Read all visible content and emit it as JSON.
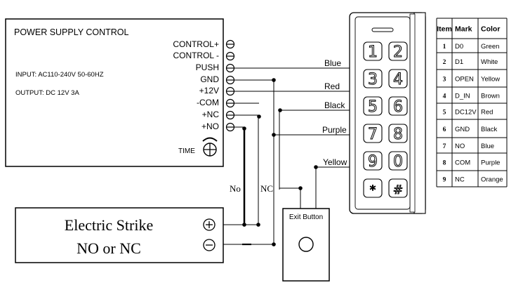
{
  "power_supply": {
    "title": "POWER SUPPLY CONTROL",
    "input": "INPUT: AC110-240V 50-60HZ",
    "output": "OUTPUT: DC 12V 3A",
    "terminals": [
      "CONTROL+",
      "CONTROL -",
      "PUSH",
      "GND",
      "+12V",
      "-COM",
      "+NC",
      "+NO"
    ],
    "time_label": "TIME"
  },
  "wires": {
    "blue": "Blue",
    "red": "Red",
    "black": "Black",
    "purple": "Purple",
    "yellow": "Yellow",
    "no": "No",
    "nc": "NC"
  },
  "strike": {
    "line1": "Electric Strike",
    "line2": "NO or NC"
  },
  "exit_button": {
    "label": "Exit Button"
  },
  "keypad": {
    "keys": [
      "1",
      "2",
      "3",
      "4",
      "5",
      "6",
      "7",
      "8",
      "9",
      "0",
      "*",
      "#"
    ]
  },
  "table": {
    "headers": [
      "Item",
      "Mark",
      "Color"
    ],
    "rows": [
      [
        "1",
        "D0",
        "Green"
      ],
      [
        "2",
        "D1",
        "White"
      ],
      [
        "3",
        "OPEN",
        "Yellow"
      ],
      [
        "4",
        "D_IN",
        "Brown"
      ],
      [
        "5",
        "DC12V",
        "Red"
      ],
      [
        "6",
        "GND",
        "Black"
      ],
      [
        "7",
        "NO",
        "Blue"
      ],
      [
        "8",
        "COM",
        "Purple"
      ],
      [
        "9",
        "NC",
        "Orange"
      ]
    ]
  }
}
